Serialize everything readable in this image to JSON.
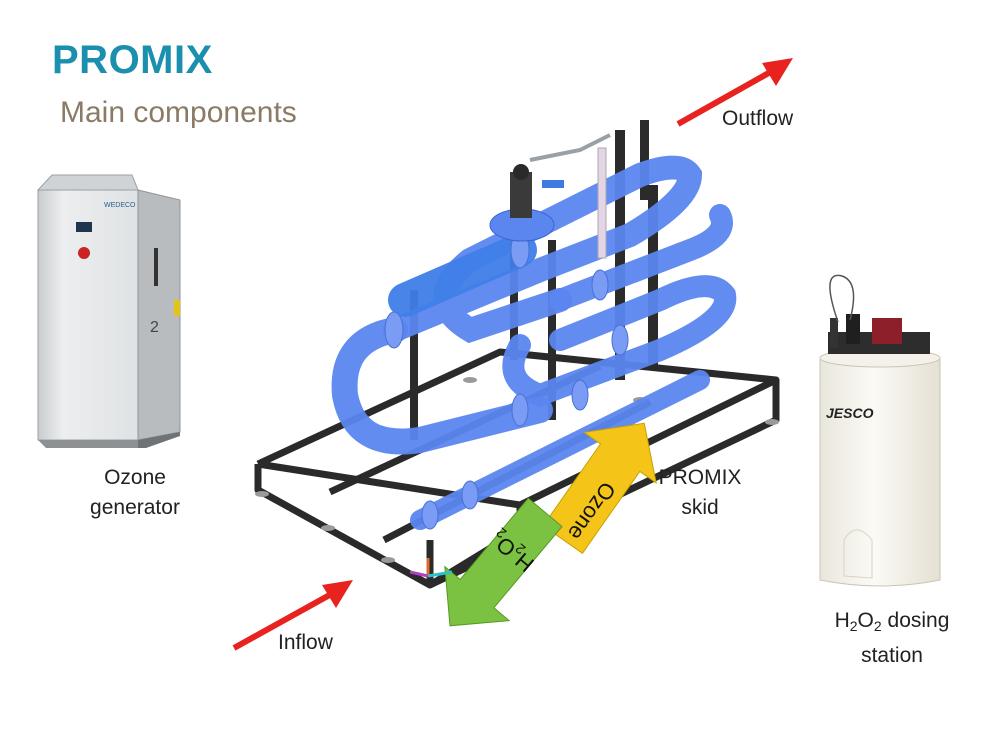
{
  "header": {
    "title": "PROMIX",
    "subtitle": "Main components"
  },
  "labels": {
    "outflow": "Outflow",
    "inflow": "Inflow",
    "ozone_generator": [
      "Ozone",
      "generator"
    ],
    "skid": [
      "PROMIX",
      "skid"
    ],
    "dosing_station": {
      "h": "H",
      "sub2": "2",
      "o": "O",
      "sub2b": "2",
      "rest": " dosing",
      "line2": "station"
    }
  },
  "arrows": {
    "ozone": "Ozone",
    "h2o2": {
      "h": "H",
      "sub": "2",
      "o": "O",
      "sub2": "2"
    }
  },
  "brand": {
    "cabinet_logo": "WEDECO",
    "tank_logo": "JESCO"
  },
  "colors": {
    "title": "#1b8fae",
    "subtitle": "#8a7a66",
    "flow_arrow": "#e8231f",
    "pipe": "#5b86f0",
    "ozone_arrow": "#f4c418",
    "h2o2_arrow": "#7cc242"
  }
}
